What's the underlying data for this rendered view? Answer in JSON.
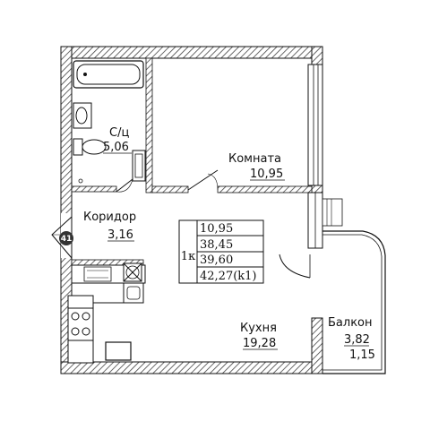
{
  "rooms": {
    "bathroom": {
      "name": "С/ц",
      "area": "5,06"
    },
    "room": {
      "name": "Комната",
      "area": "10,95"
    },
    "corridor": {
      "name": "Коридор",
      "area": "3,16"
    },
    "kitchen": {
      "name": "Кухня",
      "area": "19,28"
    },
    "balcony": {
      "name": "Балкон",
      "area": "3,82",
      "area_reduced": "1,15"
    }
  },
  "summary": {
    "type_label": "1к",
    "living_area": "10,95",
    "total_area": "38,45",
    "total_with_balcony": "39,60",
    "total_with_coef": "42,27(k1)"
  },
  "entrance_badge": "41",
  "colors": {
    "wall": "#3a3a3a",
    "hatch": "#444444",
    "line": "#111111",
    "background": "#ffffff"
  }
}
